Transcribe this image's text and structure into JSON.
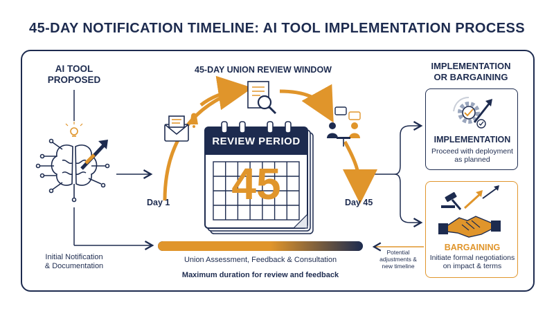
{
  "title": "45-DAY NOTIFICATION TIMELINE: AI TOOL IMPLEMENTATION PROCESS",
  "left": {
    "heading_line1": "AI TOOL",
    "heading_line2": "PROPOSED",
    "caption_line1": "Initial Notification",
    "caption_line2": "& Documentation"
  },
  "center": {
    "heading": "45-DAY UNION REVIEW WINDOW",
    "calendar_banner": "REVIEW PERIOD",
    "calendar_number": "45",
    "day_start": "Day 1",
    "day_end": "Day 45",
    "bar_caption": "Union Assessment, Feedback & Consultation",
    "bar_subcaption": "Maximum duration for review and feedback",
    "progress_fraction": 1.0
  },
  "right": {
    "heading_line1": "IMPLEMENTATION",
    "heading_line2": "OR BARGAINING",
    "implementation": {
      "title": "IMPLEMENTATION",
      "desc_line1": "Proceed with deployment",
      "desc_line2": "as planned"
    },
    "bargaining": {
      "title": "BARGAINING",
      "desc_line1": "Initiate formal negotiations",
      "desc_line2": "on impact & terms"
    },
    "feedback_line1": "Potential",
    "feedback_line2": "adjustments &",
    "feedback_line3": "new timeline"
  },
  "colors": {
    "navy": "#1d2b4f",
    "orange": "#e0952b",
    "light_navy": "#9aa6bd",
    "gray": "#c9ced8"
  },
  "icons": [
    "lightbulb-icon",
    "brain-circuit-icon",
    "growth-arrow-icon",
    "envelope-icon",
    "bell-icon",
    "document-magnifier-icon",
    "meeting-people-icon",
    "calendar-icon",
    "gear-check-icon",
    "gavel-icon",
    "handshake-icon"
  ]
}
